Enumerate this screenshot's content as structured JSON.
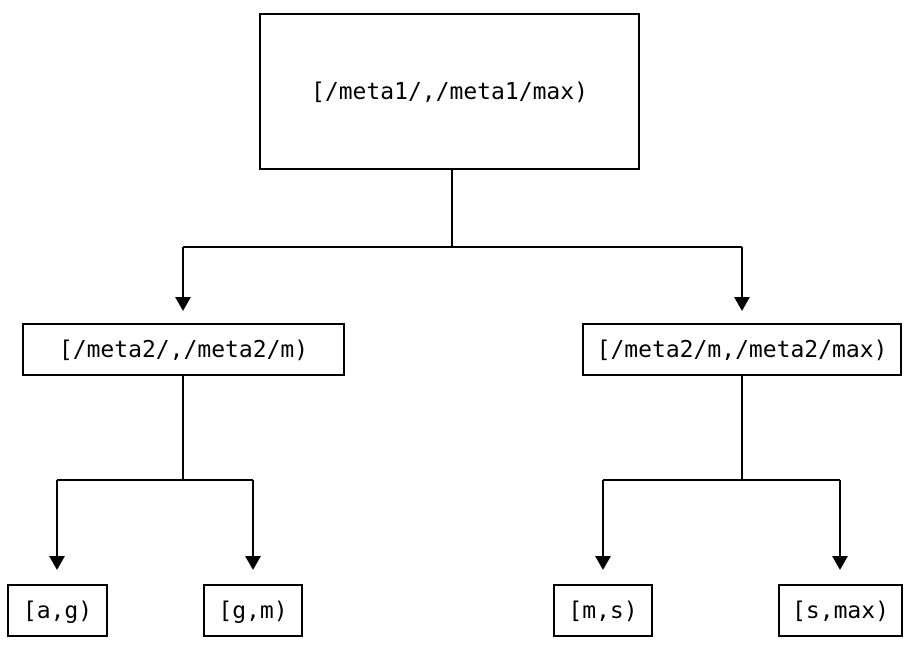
{
  "diagram": {
    "type": "binary-tree",
    "colors": {
      "background": "#ffffff",
      "border": "#000000",
      "line": "#000000",
      "text": "#000000"
    },
    "nodes": {
      "root": "[/meta1/,/meta1/max)",
      "meta2_low": "[/meta2/,/meta2/m)",
      "meta2_high": "[/meta2/m,/meta2/max)",
      "leaf_a_g": "[a,g)",
      "leaf_g_m": "[g,m)",
      "leaf_m_s": "[m,s)",
      "leaf_s_max": "[s,max)"
    },
    "edges": [
      {
        "from": "root",
        "to": "meta2_low",
        "arrow": "down"
      },
      {
        "from": "root",
        "to": "meta2_high",
        "arrow": "down"
      },
      {
        "from": "meta2_low",
        "to": "leaf_a_g",
        "arrow": "down"
      },
      {
        "from": "meta2_low",
        "to": "leaf_g_m",
        "arrow": "down"
      },
      {
        "from": "meta2_high",
        "to": "leaf_m_s",
        "arrow": "down"
      },
      {
        "from": "meta2_high",
        "to": "leaf_s_max",
        "arrow": "down"
      }
    ]
  }
}
